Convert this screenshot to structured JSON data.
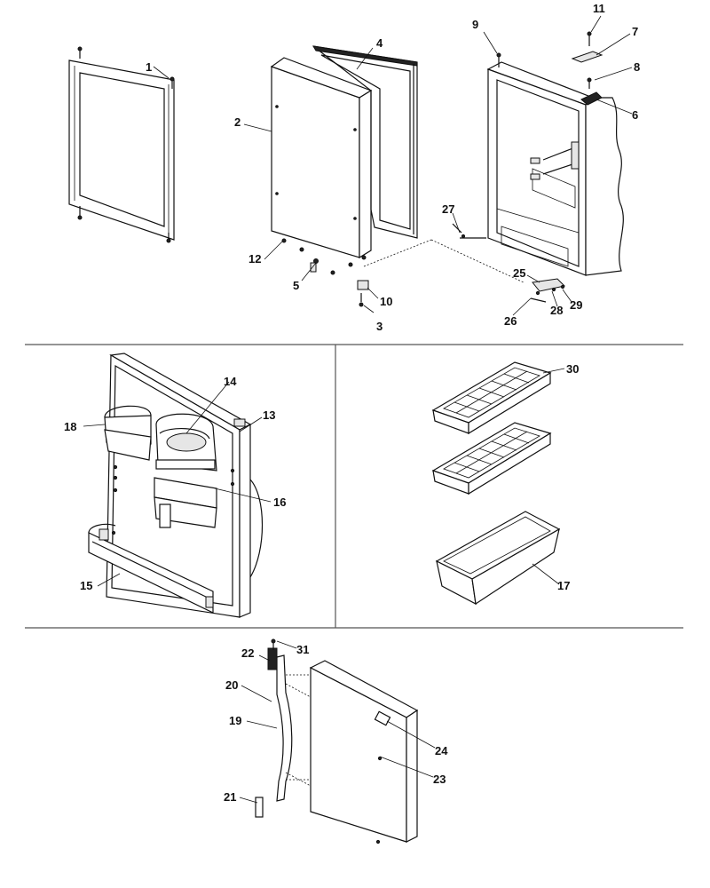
{
  "diagram": {
    "type": "exploded-parts-diagram",
    "part_labels": [
      "1",
      "2",
      "3",
      "4",
      "5",
      "6",
      "7",
      "8",
      "9",
      "10",
      "11",
      "12",
      "14",
      "13",
      "15",
      "16",
      "17",
      "18",
      "19",
      "20",
      "21",
      "22",
      "23",
      "24",
      "25",
      "26",
      "27",
      "28",
      "29",
      "30",
      "31"
    ]
  }
}
